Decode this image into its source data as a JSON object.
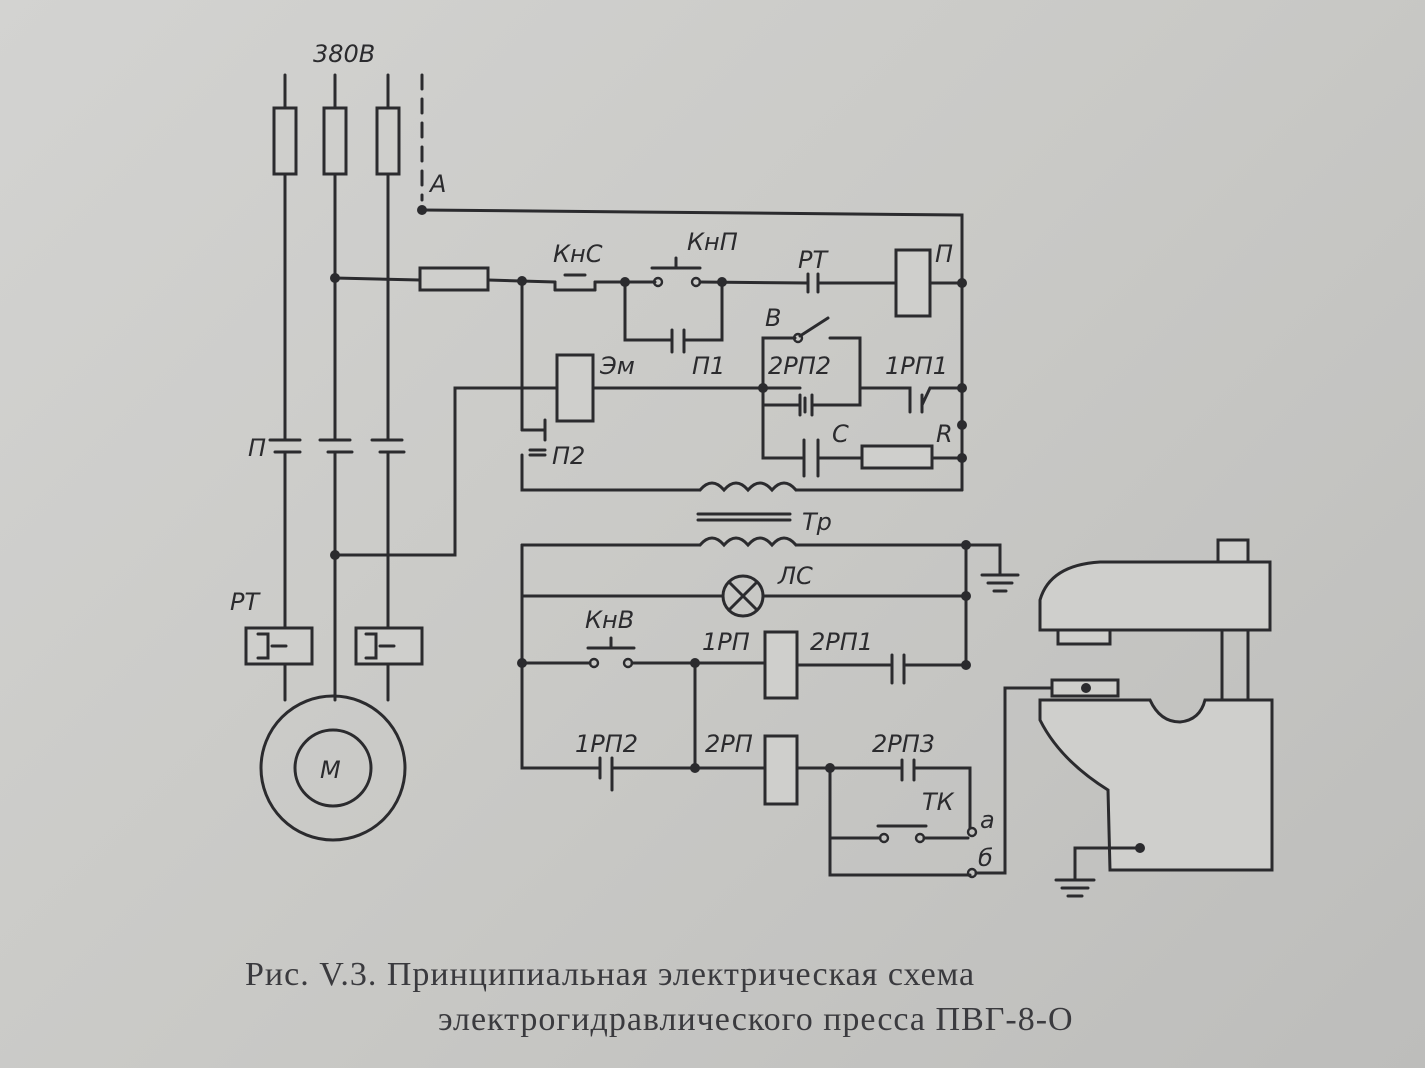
{
  "labels": {
    "supply": "380В",
    "point_a": "А",
    "kns": "КнС",
    "knp": "КнП",
    "rt_top": "РТ",
    "p_coil": "П",
    "v_switch": "В",
    "p1": "П1",
    "em": "Эм",
    "rp2_2": "2РП2",
    "rp1_1": "1РП1",
    "c": "С",
    "r": "R",
    "p2": "П2",
    "p_contacts": "П",
    "tr": "Тр",
    "ls": "ЛС",
    "knv": "КнВ",
    "rp1": "1РП",
    "rp2_1": "2РП1",
    "rt_left": "РТ",
    "motor": "М",
    "rp1_2": "1РП2",
    "rp2": "2РП",
    "rp2_3": "2РП3",
    "tk": "ТК",
    "term_a": "а",
    "term_b": "б"
  },
  "caption": {
    "line1": "Рис.  V.3.  Принципиальная  электрическая  схема",
    "line2": "электрогидравлического  пресса  ПВГ-8-О"
  }
}
